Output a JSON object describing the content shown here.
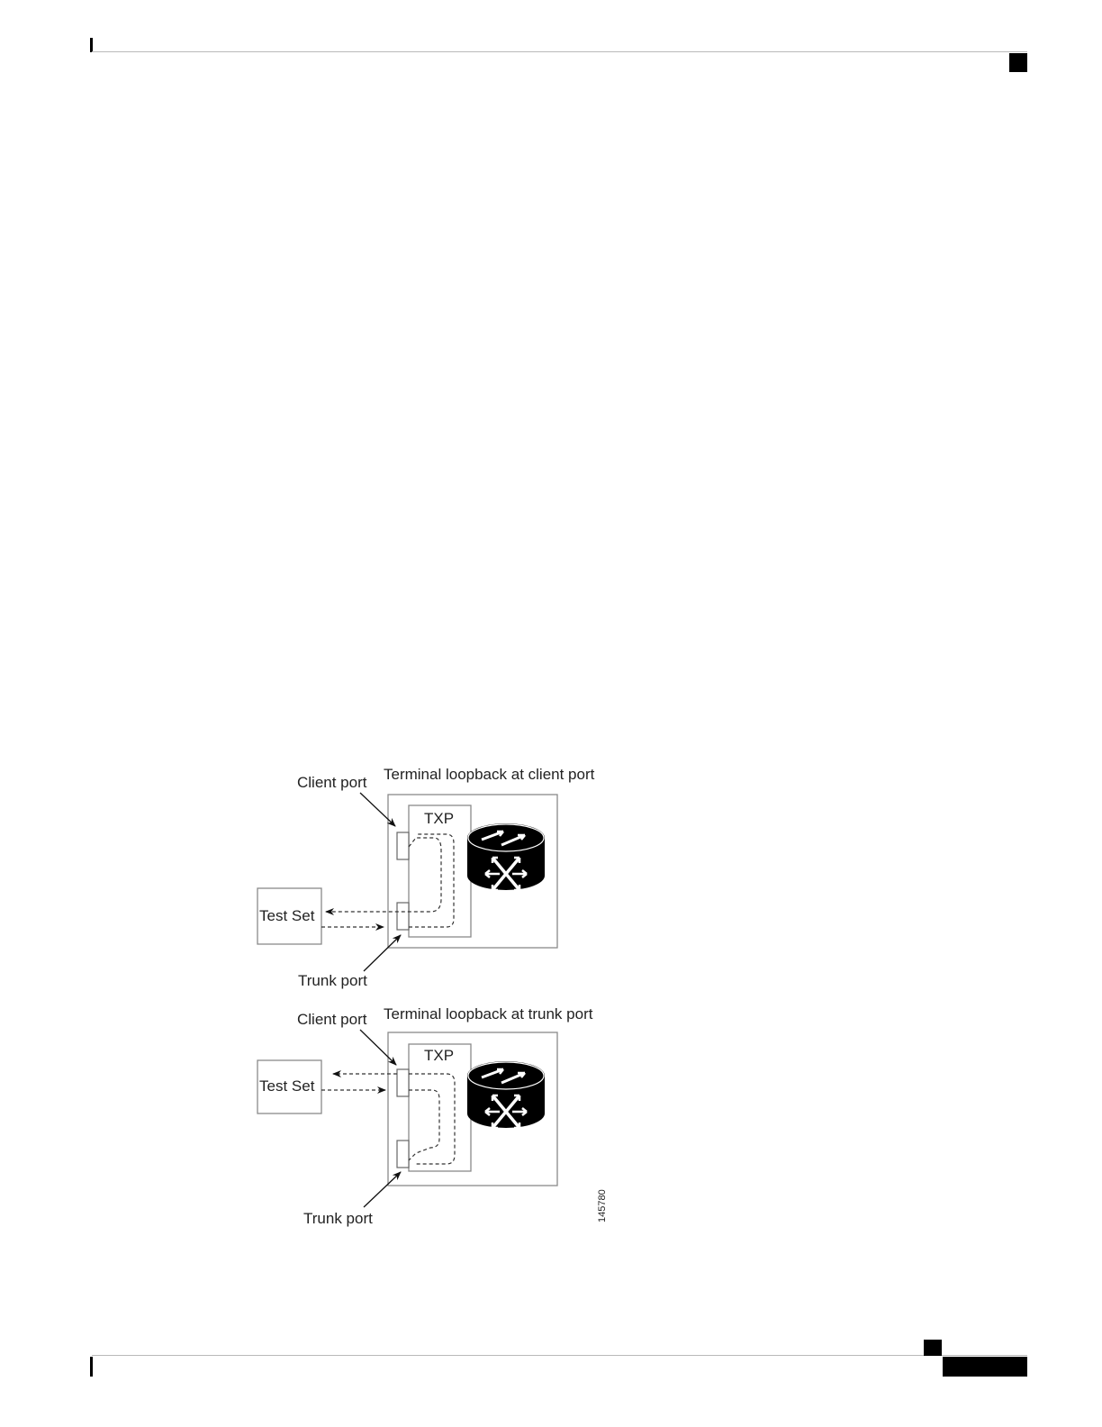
{
  "figure": {
    "top_panel": {
      "title": "Terminal loopback at client port",
      "client_port_label": "Client port",
      "trunk_port_label": "Trunk port",
      "card_label": "TXP",
      "test_set_label": "Test Set"
    },
    "bottom_panel": {
      "title": "Terminal loopback at trunk port",
      "client_port_label": "Client port",
      "trunk_port_label": "Trunk port",
      "card_label": "TXP",
      "test_set_label": "Test Set"
    },
    "figure_id": "145780"
  },
  "icons": {
    "router": "router-icon"
  }
}
